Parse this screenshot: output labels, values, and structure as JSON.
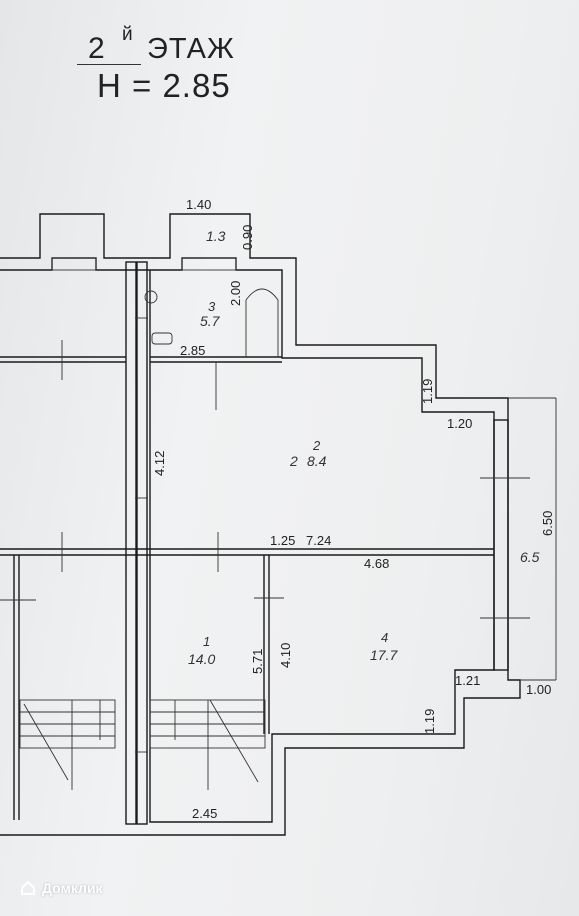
{
  "title": {
    "floor_number": "2",
    "floor_suffix": "й",
    "floor_word": "ЭТАЖ",
    "height": "H = 2.85"
  },
  "dimensions": {
    "balcony_width": "1.40",
    "balcony_depth": "0.90",
    "bath_niche": "2.00",
    "bath_width": "2.85",
    "hall_length": "4.12",
    "wall_a": "1.19",
    "wall_b": "1.20",
    "room_width": "7.24",
    "room_partition": "4.68",
    "bay_length": "6.50",
    "room1_length": "5.71",
    "room4_length": "4.10",
    "wall_c": "1.21",
    "wall_d": "1.19",
    "bay_depth": "1.00",
    "stair_width": "2.45",
    "partial_mark": "1.25"
  },
  "rooms": [
    {
      "number": "1",
      "area": "14.0"
    },
    {
      "number": "2",
      "area": "8.4",
      "prefix": "2"
    },
    {
      "number": "3",
      "area": "5.7"
    },
    {
      "number": "4",
      "area": "17.7"
    },
    {
      "number": "",
      "area": "1.3"
    },
    {
      "number": "",
      "area": "6.5"
    }
  ],
  "watermark": "Домклик",
  "colors": {
    "paper": "#eeeff0",
    "ink": "#1a1a1a"
  }
}
